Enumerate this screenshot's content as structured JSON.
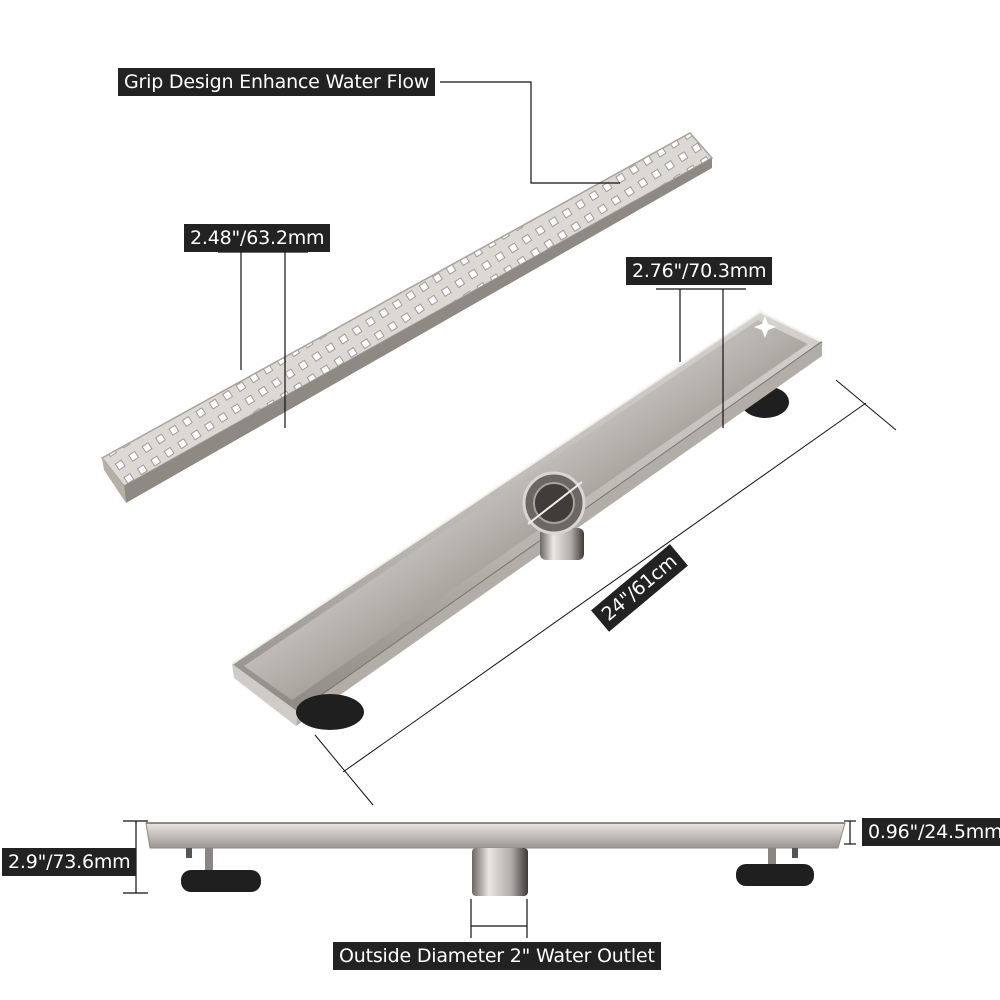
{
  "diagram": {
    "subject": "Linear shower drain with grate",
    "labels": {
      "grate_feature": "Grip Design Enhance Water Flow",
      "grate_width": "2.48\"/63.2mm",
      "channel_width": "2.76\"/70.3mm",
      "length": "24\"/61cm",
      "total_height": "2.9\"/73.6mm",
      "channel_depth": "0.96\"/24.5mm",
      "outlet": "Outside Diameter 2\" Water Outlet"
    },
    "components": [
      "perforated-grate",
      "drain-channel",
      "strainer",
      "water-outlet",
      "leveling-feet"
    ],
    "colors": {
      "label_bg": "#222222",
      "label_text": "#ffffff",
      "steel": "#c9c6c2",
      "steel_dark": "#8a8580",
      "feet": "#1f1f1f"
    }
  }
}
